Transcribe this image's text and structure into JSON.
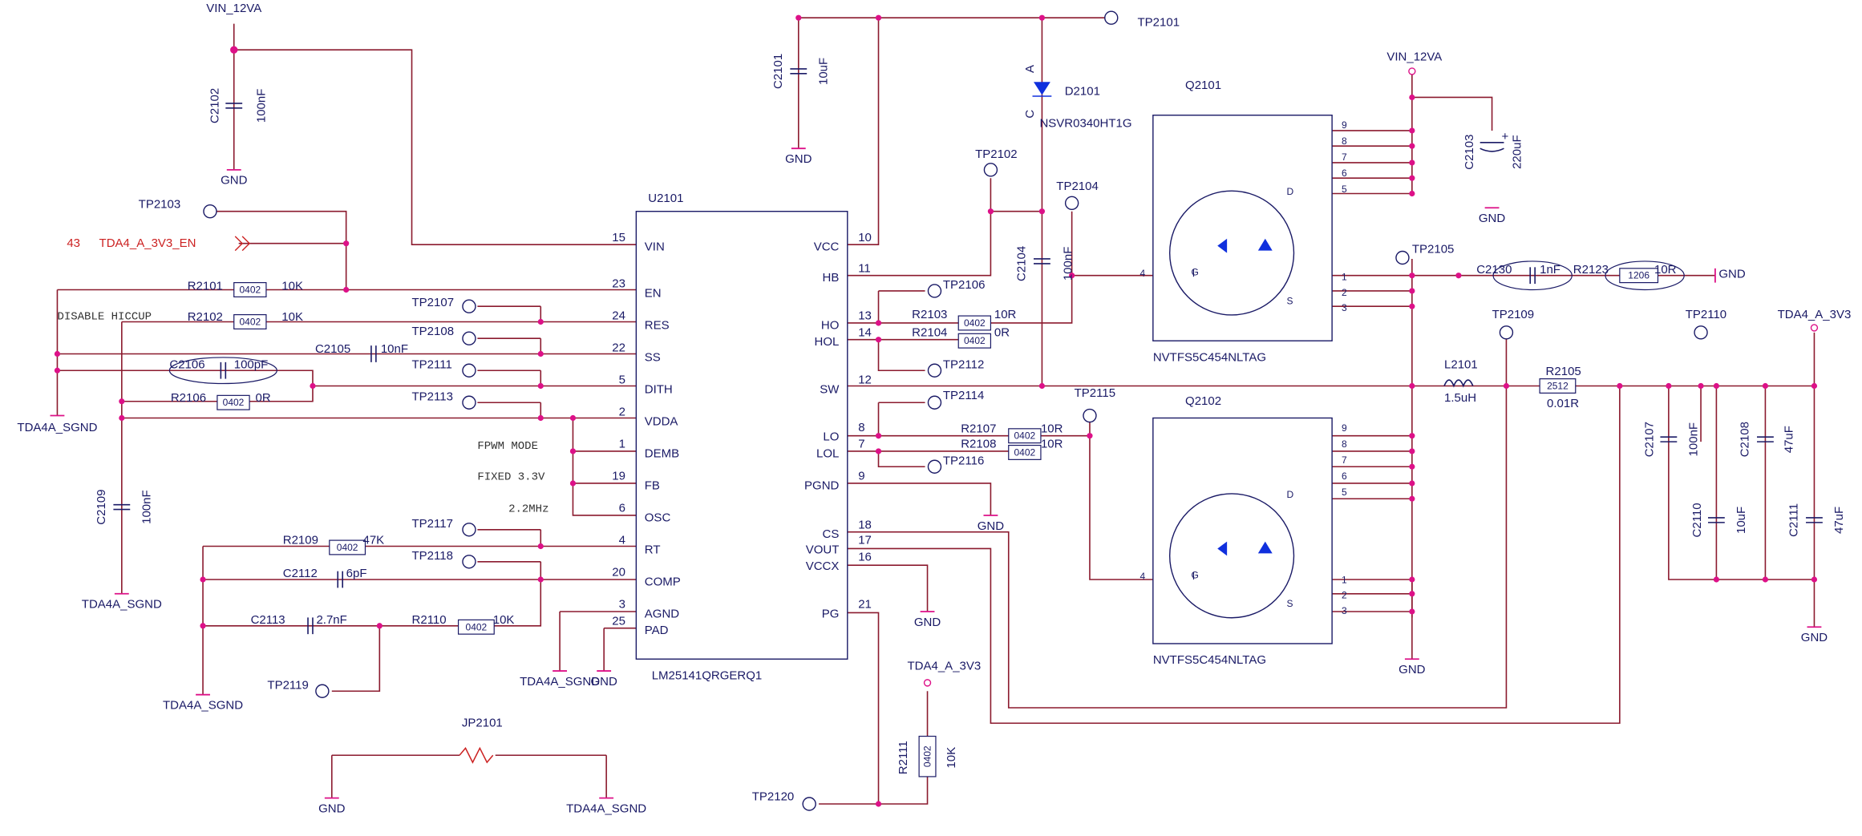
{
  "colors": {
    "wire": "#8b1a2e",
    "comp": "#1a1a66",
    "dot": "#dd1188",
    "red": "#cc2222",
    "fet": "#1030dd"
  },
  "schematic": {
    "chip": {
      "ref": "U2101",
      "part": "LM25141QRGERQ1",
      "left_pins": [
        {
          "num": "15",
          "name": "VIN"
        },
        {
          "num": "23",
          "name": "EN"
        },
        {
          "num": "24",
          "name": "RES"
        },
        {
          "num": "22",
          "name": "SS"
        },
        {
          "num": "5",
          "name": "DITH"
        },
        {
          "num": "2",
          "name": "VDDA"
        },
        {
          "num": "1",
          "name": "DEMB"
        },
        {
          "num": "19",
          "name": "FB"
        },
        {
          "num": "6",
          "name": "OSC"
        },
        {
          "num": "4",
          "name": "RT"
        },
        {
          "num": "20",
          "name": "COMP"
        },
        {
          "num": "3",
          "name": "AGND"
        },
        {
          "num": "25",
          "name": "PAD"
        }
      ],
      "right_pins": [
        {
          "num": "10",
          "name": "VCC"
        },
        {
          "num": "11",
          "name": "HB"
        },
        {
          "num": "13",
          "name": "HO"
        },
        {
          "num": "14",
          "name": "HOL"
        },
        {
          "num": "12",
          "name": "SW"
        },
        {
          "num": "8",
          "name": "LO"
        },
        {
          "num": "7",
          "name": "LOL"
        },
        {
          "num": "9",
          "name": "PGND"
        },
        {
          "num": "18",
          "name": "CS"
        },
        {
          "num": "17",
          "name": "VOUT"
        },
        {
          "num": "16",
          "name": "VCCX"
        },
        {
          "num": "21",
          "name": "PG"
        }
      ]
    },
    "nets": {
      "vin": "VIN_12VA",
      "gnd": "GND",
      "sgnd": "TDA4A_SGND",
      "out": "TDA4_A_3V3",
      "en_ref": "43",
      "en_net": "TDA4_A_3V3_EN"
    },
    "notes": {
      "hiccup": "DISABLE HICCUP",
      "fpwm": "FPWM MODE",
      "fixed": "FIXED 3.3V",
      "freq": "2.2MHz"
    },
    "caps": [
      {
        "ref": "C2102",
        "value": "100nF"
      },
      {
        "ref": "C2101",
        "value": "10uF"
      },
      {
        "ref": "C2103",
        "value": "220uF"
      },
      {
        "ref": "C2104",
        "value": "100nF"
      },
      {
        "ref": "C2105",
        "value": "10nF"
      },
      {
        "ref": "C2106",
        "value": "100pF"
      },
      {
        "ref": "C2109",
        "value": "100nF"
      },
      {
        "ref": "C2112",
        "value": "6pF"
      },
      {
        "ref": "C2113",
        "value": "2.7nF"
      },
      {
        "ref": "C2130",
        "value": "1nF"
      },
      {
        "ref": "C2107",
        "value": "100nF"
      },
      {
        "ref": "C2108",
        "value": "47uF"
      },
      {
        "ref": "C2110",
        "value": "10uF"
      },
      {
        "ref": "C2111",
        "value": "47uF"
      }
    ],
    "resistors": [
      {
        "ref": "R2101",
        "pkg": "0402",
        "value": "10K"
      },
      {
        "ref": "R2102",
        "pkg": "0402",
        "value": "10K"
      },
      {
        "ref": "R2106",
        "pkg": "0402",
        "value": "0R"
      },
      {
        "ref": "R2109",
        "pkg": "0402",
        "value": "47K"
      },
      {
        "ref": "R2110",
        "pkg": "0402",
        "value": "10K"
      },
      {
        "ref": "R2103",
        "pkg": "0402",
        "value": "10R"
      },
      {
        "ref": "R2104",
        "pkg": "0402",
        "value": "0R"
      },
      {
        "ref": "R2107",
        "pkg": "0402",
        "value": "10R"
      },
      {
        "ref": "R2108",
        "pkg": "0402",
        "value": "10R"
      },
      {
        "ref": "R2123",
        "pkg": "1206",
        "value": "10R"
      },
      {
        "ref": "R2105",
        "pkg": "2512",
        "value": "0.01R"
      },
      {
        "ref": "R2111",
        "pkg": "0402",
        "value": "10K"
      }
    ],
    "testpoints": [
      "TP2101",
      "TP2102",
      "TP2103",
      "TP2104",
      "TP2105",
      "TP2106",
      "TP2107",
      "TP2108",
      "TP2109",
      "TP2110",
      "TP2111",
      "TP2112",
      "TP2113",
      "TP2114",
      "TP2115",
      "TP2116",
      "TP2117",
      "TP2118",
      "TP2119",
      "TP2120"
    ],
    "diode": {
      "ref": "D2101",
      "part": "NSVR0340HT1G",
      "anode": "A",
      "cathode": "C"
    },
    "fets": [
      {
        "ref": "Q2101",
        "part": "NVTFS5C454NLTAG"
      },
      {
        "ref": "Q2102",
        "part": "NVTFS5C454NLTAG"
      }
    ],
    "fet_pins": {
      "drain": [
        "9",
        "8",
        "7",
        "6",
        "5"
      ],
      "source": [
        "1",
        "2",
        "3"
      ],
      "gate": "4",
      "d": "D",
      "s": "S",
      "g": "G"
    },
    "inductor": {
      "ref": "L2101",
      "value": "1.5uH"
    },
    "jumper": {
      "ref": "JP2101"
    },
    "cap_plus": "+"
  }
}
